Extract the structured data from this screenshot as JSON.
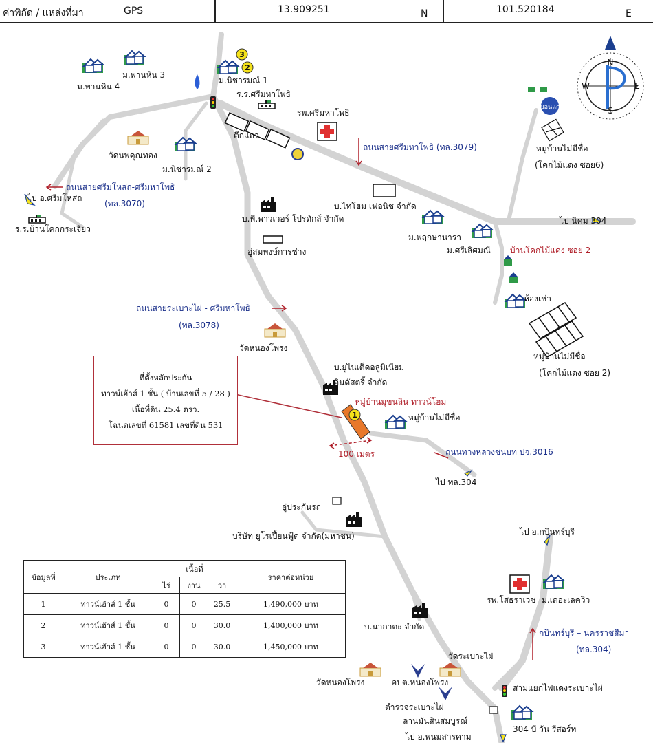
{
  "header": {
    "label": "ค่าพิกัด / แหล่งที่มา",
    "source": "GPS",
    "lat": "13.909251",
    "lat_dir": "N",
    "lon": "101.520184",
    "lon_dir": "E"
  },
  "compass": {
    "n": "N",
    "s": "S",
    "e": "E",
    "w": "W"
  },
  "labels": {
    "m_panhin4": "ม.พานหิน 4",
    "m_panhin3": "ม.พานหิน 3",
    "m_nisarom1": "ม.นิชารมณ์ 1",
    "rr_srimahaphot": "ร.ร.ศรีมหาโพธิ",
    "hospital_srimahaphot": "รพ.ศรีมหาโพธิ",
    "tuek_thaeo": "ตึกแถว",
    "road_3079": "ถนนสายศรีมหาโพธิ (ทล.3079)",
    "wat_phakhunthong": "วัดนพคุณทอง",
    "m_nisarom2": "ม.นิชารมณ์ 2",
    "road_3070_a": "ถนนสายศรีมโหสถ-ศรีมหาโพธิ",
    "road_3070_b": "(ทล.3070)",
    "to_srimahosot": "ไป อ.ศรีมโหสถ",
    "rr_bankhokkrachiao": "ร.ร.บ้านโคกกระเจียว",
    "pw_power": "บ.พี.พาวเวอร์ โปรดักส์ จำกัด",
    "thaihome": "บ.ไทโฮม เฟอนิช จำกัด",
    "m_phrueksa": "ม.พฤกษานารา",
    "m_srileson": "ม.ศรีเลิศมณี",
    "ban_khok_soi2": "บ้านโคกไม้แดง ซอย 2",
    "to_nikhom": "ไป นิคม 304",
    "mb_unnamed6_a": "หมู่บ้านไม่มีชื่อ",
    "mb_unnamed6_b": "(โคกไม้แดง ซอย6)",
    "khanom": "ขอนแก่",
    "u_somphong": "อู่สมพงษ์การช่าง",
    "road_3078_a": "ถนนสายระเบาะไผ่ - ศรีมหาโพธิ",
    "road_3078_b": "(ทล.3078)",
    "hongchao": "ห้องเช่า",
    "wat_nongphrong": "วัดหนองโพรง",
    "mb_unnamed2_a": "หมู่บ้านไม่มีชื่อ",
    "mb_unnamed2_b": "(โคกไม้แดง ซอย 2)",
    "united_al_a": "บ.ยูไนเต็ดอลูมิเนียม",
    "united_al_b": "อินดัสตรี้ จำกัด",
    "mb_muchalin": "หมู่บ้านมุขนลิน ทาวน์โฮม",
    "mb_unnamed": "หมู่บ้านไม่มีชื่อ",
    "dist_100": "100 เมตร",
    "road_3016": "ถนนทางหลวงชนบท ปจ.3016",
    "to_304": "ไป ทล.304",
    "u_prakan": "อู่ประกันรถ",
    "europe_food": "บริษัท ยูโรเปี้ยนฟู้ด จำกัด(มหาชน)",
    "to_kabin": "ไป อ.กบินทร์บุรี",
    "hospital_sotthara": "รพ.โสธราเวช",
    "m_thelakeview": "ม.เดอะเลควิว",
    "nakata": "บ.นากาตะ จำกัด",
    "road_304_a": "กบินทร์บุรี – นครราชสีมา",
    "road_304_b": "(ทล.304)",
    "wat_rabophai": "วัดระเบาะไผ่",
    "wat_nongphrong2": "วัดหนองโพรง",
    "obt_nongphrong": "อบต.หนองโพรง",
    "police_rabophai": "ตำรวจระเบาะไผ่",
    "junction_rabophai": "สามแยกไฟแดงระเบาะไผ่",
    "lan_man": "ลานมันสินสมบูรณ์",
    "b304_resort": "304 บี วัน รีสอร์ท",
    "to_phanom": "ไป อ.พนมสารคาม",
    "marker1": "1",
    "marker2": "2",
    "marker3": "3"
  },
  "callout": {
    "line1": "ที่ตั้งหลักประกัน",
    "line2": "ทาวน์เฮ้าส์ 1 ชั้น ( บ้านเลขที่ 5 / 28 )",
    "line3": "เนื้อที่ดิน 25.4 ตรว.",
    "line4": "โฉนดเลขที่ 61581 เลขที่ดิน 531"
  },
  "table": {
    "h_no": "ข้อมูลที่",
    "h_type": "ประเภท",
    "h_area": "เนื้อที่",
    "h_rai": "ไร่",
    "h_ngan": "งาน",
    "h_wa": "วา",
    "h_price": "ราคาต่อหน่วย",
    "rows": [
      {
        "no": "1",
        "type": "ทาวน์เฮ้าส์ 1 ชั้น",
        "rai": "0",
        "ngan": "0",
        "wa": "25.5",
        "price": "1,490,000 บาท"
      },
      {
        "no": "2",
        "type": "ทาวน์เฮ้าส์ 1 ชั้น",
        "rai": "0",
        "ngan": "0",
        "wa": "30.0",
        "price": "1,400,000 บาท"
      },
      {
        "no": "3",
        "type": "ทาวน์เฮ้าส์ 1 ชั้น",
        "rai": "0",
        "ngan": "0",
        "wa": "30.0",
        "price": "1,450,000 บาท"
      }
    ]
  },
  "colors": {
    "road": "#d3d3d3",
    "road_label": "#1a2f8a",
    "arrow": "#b0202a",
    "subject": "#e8782a",
    "marker": "#f5e21a"
  }
}
